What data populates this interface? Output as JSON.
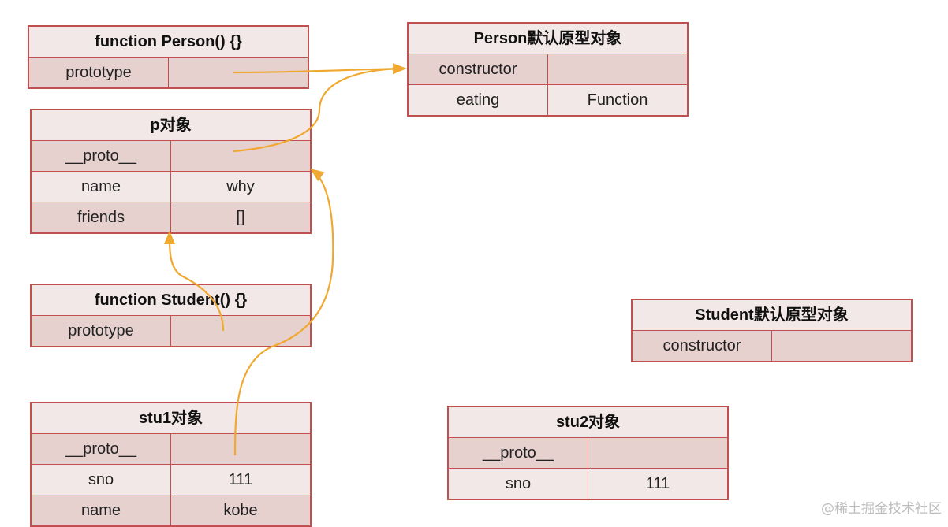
{
  "boxes": {
    "person_fn": {
      "title": "function Person() {}",
      "rows": [
        {
          "key": "prototype",
          "value": ""
        }
      ]
    },
    "person_proto": {
      "title": "Person默认原型对象",
      "rows": [
        {
          "key": "constructor",
          "value": ""
        },
        {
          "key": "eating",
          "value": "Function"
        }
      ]
    },
    "p_obj": {
      "title": "p对象",
      "rows": [
        {
          "key": "__proto__",
          "value": ""
        },
        {
          "key": "name",
          "value": "why"
        },
        {
          "key": "friends",
          "value": "[]"
        }
      ]
    },
    "student_fn": {
      "title": "function Student() {}",
      "rows": [
        {
          "key": "prototype",
          "value": ""
        }
      ]
    },
    "student_proto": {
      "title": "Student默认原型对象",
      "rows": [
        {
          "key": "constructor",
          "value": ""
        }
      ]
    },
    "stu1": {
      "title": "stu1对象",
      "rows": [
        {
          "key": "__proto__",
          "value": ""
        },
        {
          "key": "sno",
          "value": "111"
        },
        {
          "key": "name",
          "value": "kobe"
        }
      ]
    },
    "stu2": {
      "title": "stu2对象",
      "rows": [
        {
          "key": "__proto__",
          "value": ""
        },
        {
          "key": "sno",
          "value": "111"
        }
      ]
    }
  },
  "watermark": "@稀土掘金技术社区",
  "colors": {
    "border": "#c0504d",
    "arrow": "#f0a830",
    "row_dark": "#e6d1cf",
    "row_light": "#f2e8e7"
  }
}
